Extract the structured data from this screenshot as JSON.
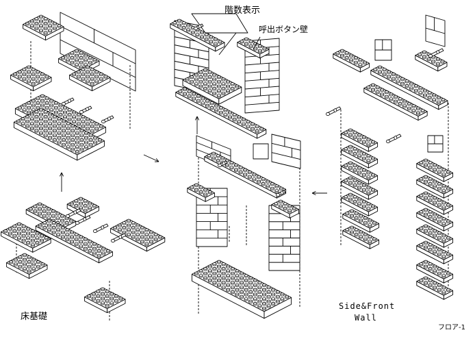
{
  "labels": {
    "floor_indicator": "階数表示",
    "call_button_wall": "呼出ボタン壁",
    "floor_foundation": "床基礎",
    "side_front_wall_line1": "Side&Front",
    "side_front_wall_line2": "Wall",
    "figure_id": "フロア-1"
  },
  "colors": {
    "ink": "#000000",
    "paper": "#ffffff",
    "fill": "#f4f4f4"
  },
  "arrows": [
    {
      "name": "arrow-up-left",
      "direction": "up"
    },
    {
      "name": "arrow-right-top",
      "direction": "right"
    },
    {
      "name": "arrow-up-center",
      "direction": "up"
    },
    {
      "name": "arrow-left-right",
      "direction": "left"
    }
  ]
}
